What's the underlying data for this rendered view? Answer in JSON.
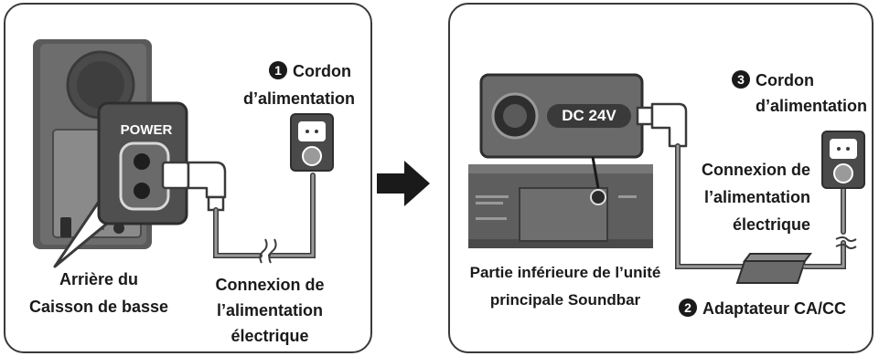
{
  "left": {
    "power_label": "POWER",
    "step1_num": "1",
    "cord_line1": "Cordon",
    "cord_line2": "d’alimentation",
    "subwoofer_line1": "Arrière du",
    "subwoofer_line2": "Caisson de basse",
    "conn_line1": "Connexion de",
    "conn_line2": "l’alimentation",
    "conn_line3": "électrique"
  },
  "right": {
    "dc_label": "DC 24V",
    "step3_num": "3",
    "cord_line1": "Cordon",
    "cord_line2": "d’alimentation",
    "conn_line1": "Connexion de",
    "conn_line2": "l’alimentation",
    "conn_line3": "électrique",
    "soundbar_line1": "Partie inférieure de l’unité",
    "soundbar_line2": "principale Soundbar",
    "step2_num": "2",
    "adapter_label": "Adaptateur CA/CC"
  },
  "colors": {
    "device_dark": "#4a4a4a",
    "device_mid": "#6b6b6b",
    "device_light": "#9a9a9a",
    "cable": "#555555",
    "outline": "#3a3a3a"
  },
  "icons": [
    "arrow-right-icon",
    "wall-outlet-icon",
    "power-socket-icon",
    "dc-jack-icon"
  ]
}
